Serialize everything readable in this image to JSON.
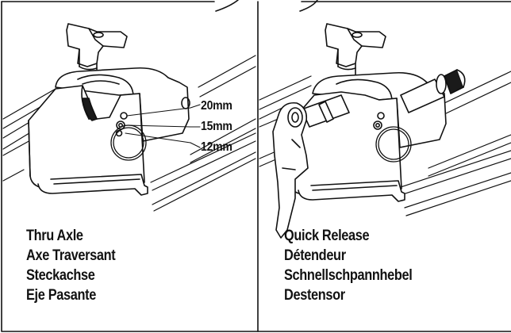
{
  "left_panel": {
    "sizes": [
      "20mm",
      "15mm",
      "12mm"
    ],
    "labels": [
      "Thru Axle",
      "Axe Traversant",
      "Steckachse",
      "Eje Pasante"
    ]
  },
  "right_panel": {
    "labels": [
      "Quick Release",
      "Détendeur",
      "Schnellschpannhebel",
      "Destensor"
    ]
  },
  "colors": {
    "line": "#111111",
    "background": "#ffffff",
    "dark_fill": "#1a1a1a"
  }
}
